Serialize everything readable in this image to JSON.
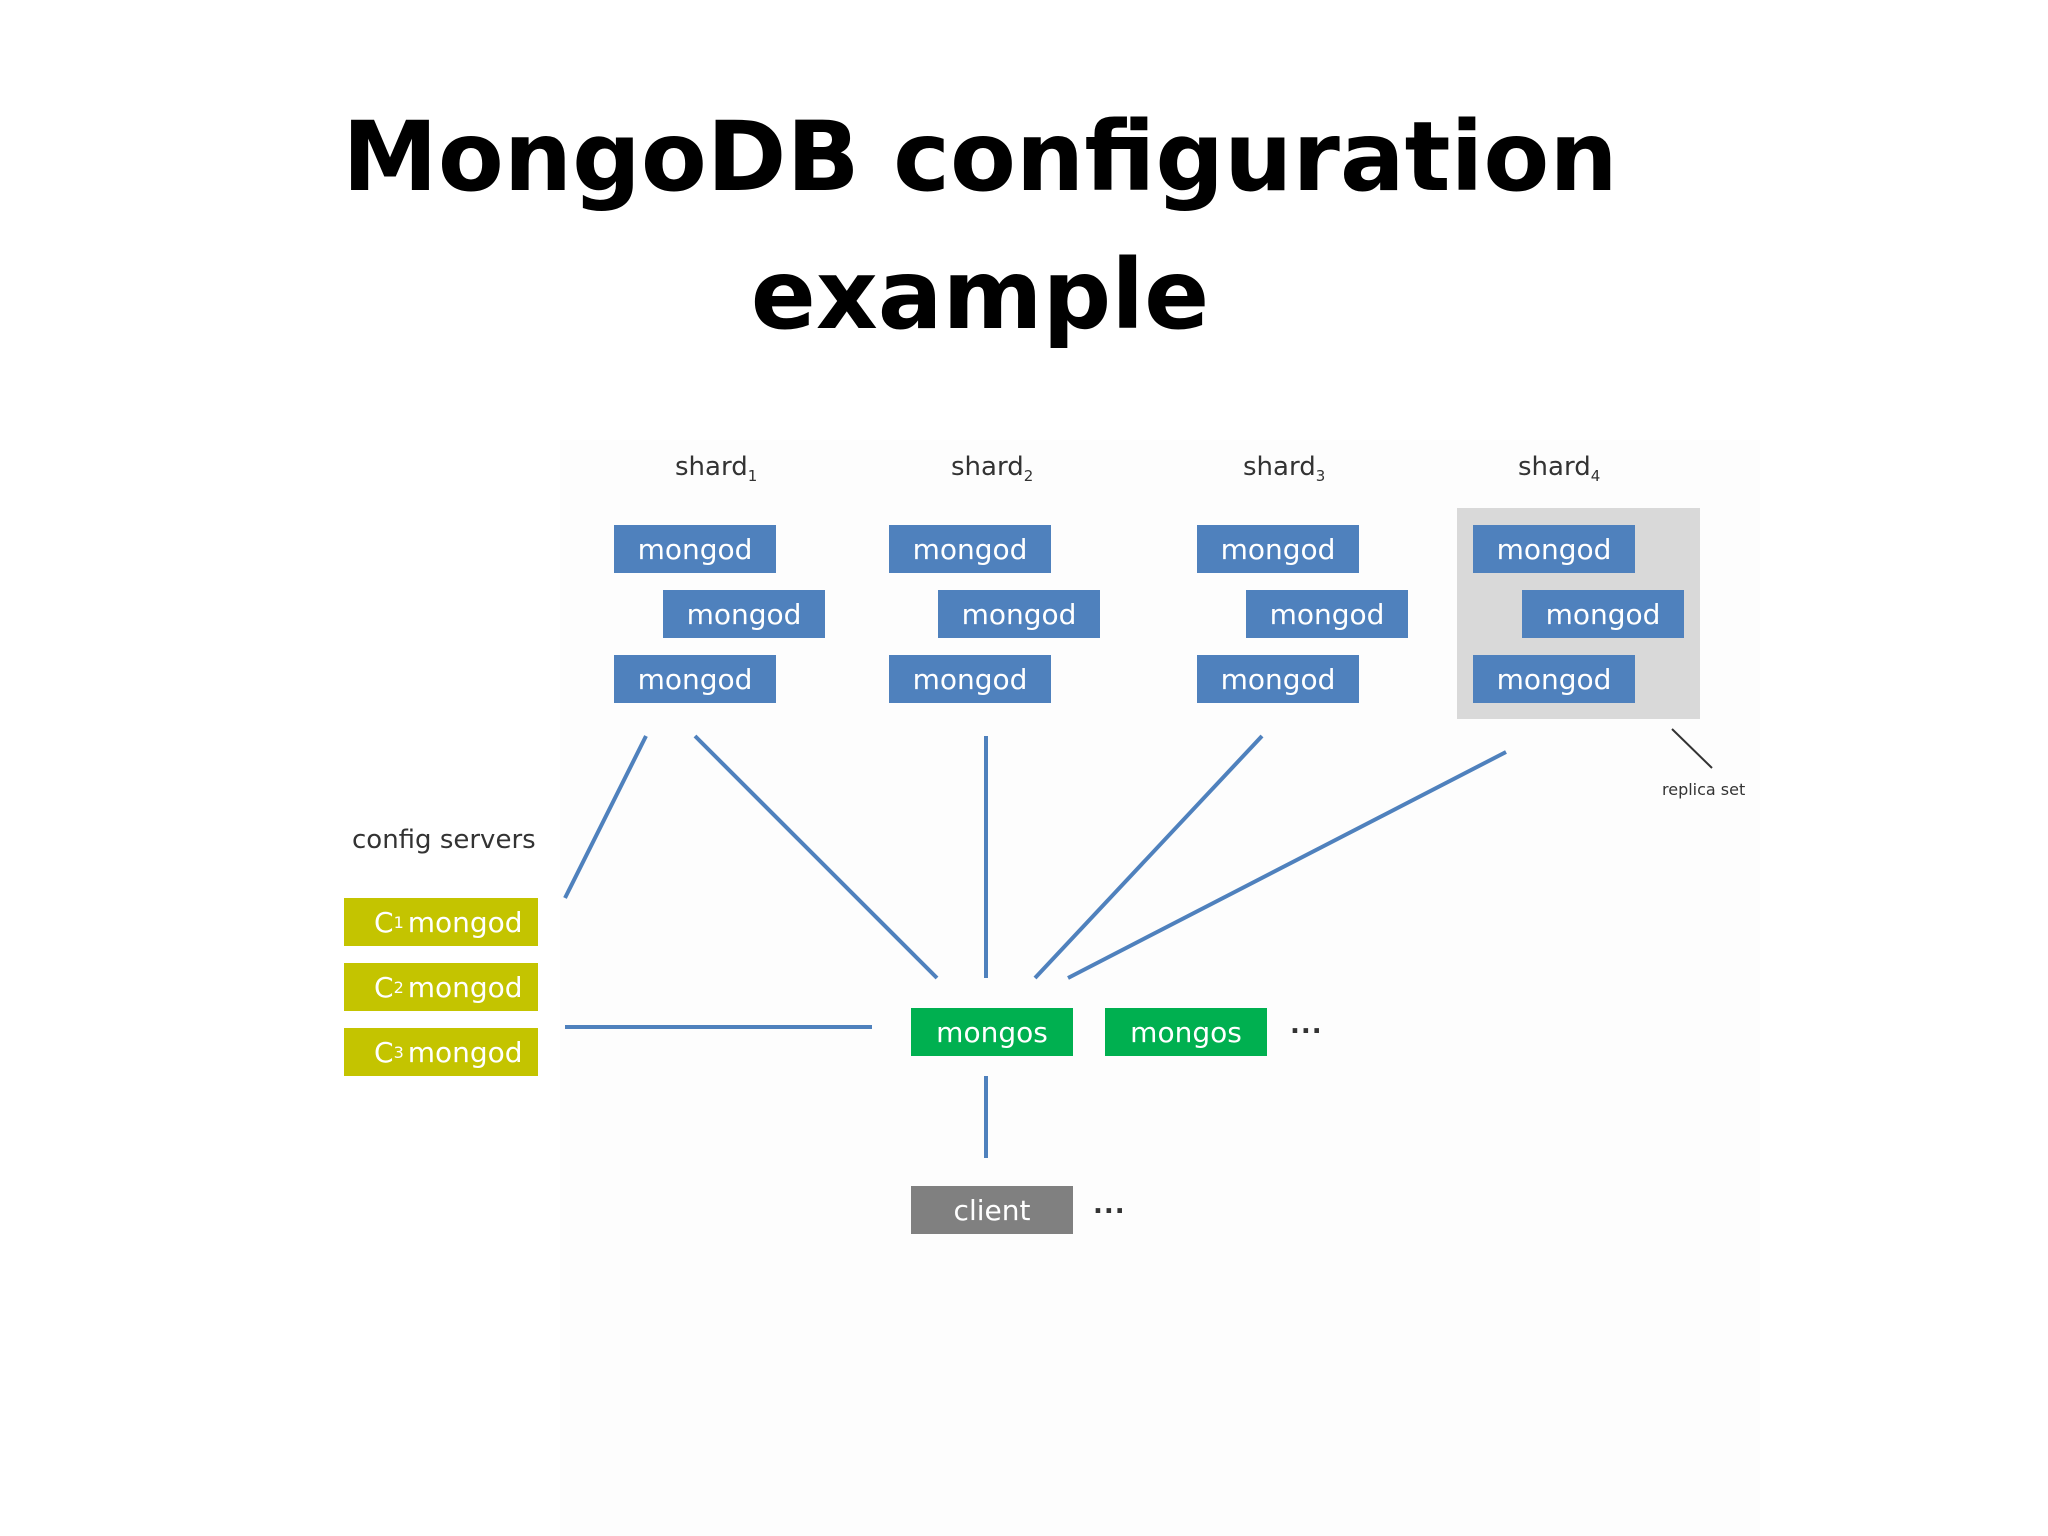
{
  "title": {
    "line1": "MongoDB configuration",
    "line2": "example"
  },
  "shards": [
    {
      "name": "shard",
      "sub": "1"
    },
    {
      "name": "shard",
      "sub": "2"
    },
    {
      "name": "shard",
      "sub": "3"
    },
    {
      "name": "shard",
      "sub": "4"
    }
  ],
  "mongod_label": "mongod",
  "replica_set_label": "replica set",
  "config_servers": {
    "heading": "config servers",
    "items": [
      {
        "prefix": "C",
        "sub": "1",
        "label": "mongod"
      },
      {
        "prefix": "C",
        "sub": "2",
        "label": "mongod"
      },
      {
        "prefix": "C",
        "sub": "3",
        "label": "mongod"
      }
    ]
  },
  "mongos_label": "mongos",
  "client_label": "client",
  "ellipsis": "...",
  "colors": {
    "mongod": "#4f81bd",
    "mongos": "#00b050",
    "client": "#808080",
    "config": "#c4c400",
    "wire": "#4f81bd",
    "replica_frame": "#d9d9d9"
  }
}
